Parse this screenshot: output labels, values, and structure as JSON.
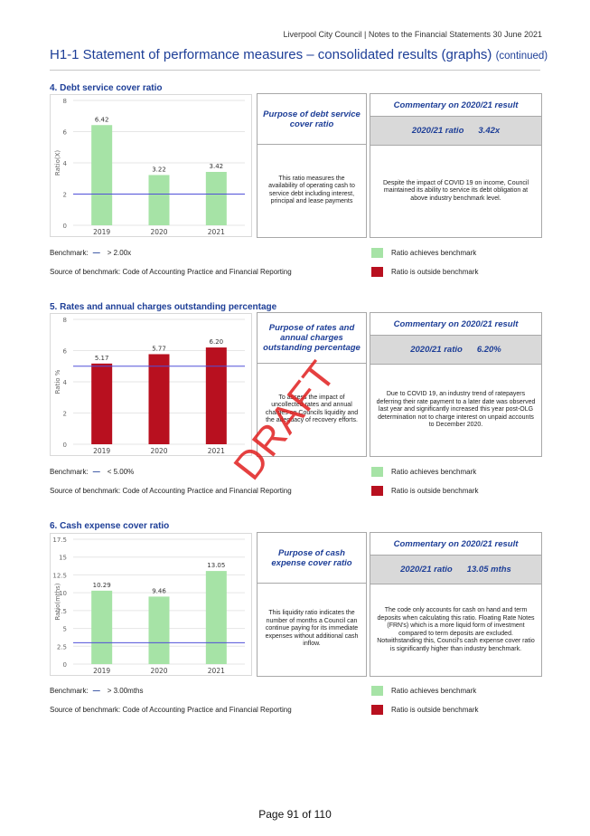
{
  "header": {
    "running": "Liverpool City Council | Notes to the Financial Statements 30 June 2021",
    "title": "H1-1   Statement of performance measures – consolidated results (graphs)",
    "continued": "(continued)"
  },
  "colors": {
    "achieves": "#a6e3a6",
    "outside": "#b8101f",
    "benchmark_line": "#5050d8",
    "heading": "#1d3e97"
  },
  "legend": {
    "achieves": "Ratio achieves benchmark",
    "outside": "Ratio is outside benchmark"
  },
  "watermark": "DRAFT",
  "footer": {
    "page": "Page 91 of 110"
  },
  "sections": [
    {
      "title": "4. Debt service cover ratio",
      "purpose_title": "Purpose of debt service cover ratio",
      "purpose_text": "This ratio measures the availability of operating cash to service debt including interest, principal and lease payments",
      "commentary_title": "Commentary on 2020/21 result",
      "ratio_label": "2020/21 ratio",
      "ratio_value": "3.42x",
      "commentary_text": "Despite the impact of COVID 19 on income, Council maintained its ability to service its debt obligation at above industry benchmark level.",
      "benchmark_label": "Benchmark:",
      "benchmark_symbol": "—",
      "benchmark_value": "> 2.00x",
      "source": "Source of benchmark: Code of Accounting Practice and Financial Reporting"
    },
    {
      "title": "5. Rates and annual charges outstanding percentage",
      "purpose_title": "Purpose of rates and annual charges outstanding percentage",
      "purpose_text": "To assess the impact of uncollected rates and annual charges on Councils liquidity and the adequacy of recovery efforts.",
      "commentary_title": "Commentary on 2020/21 result",
      "ratio_label": "2020/21 ratio",
      "ratio_value": "6.20%",
      "commentary_text": "Due to COVID 19, an industry trend of ratepayers deferring their rate payment to a later date was observed last year  and significantly increased this year post-OLG determination not to charge interest on unpaid accounts to December 2020.",
      "benchmark_label": "Benchmark:",
      "benchmark_symbol": "—",
      "benchmark_value": "< 5.00%",
      "source": "Source of benchmark: Code of Accounting Practice and Financial Reporting"
    },
    {
      "title": "6. Cash expense cover ratio",
      "purpose_title": "Purpose of cash expense cover ratio",
      "purpose_text": "This liquidity ratio indicates the number of months a Council can continue paying for its immediate expenses without additional cash inflow.",
      "commentary_title": "Commentary on 2020/21 result",
      "ratio_label": "2020/21 ratio",
      "ratio_value": "13.05 mths",
      "commentary_text": "The code only accounts for cash on hand and term deposits when calculating this ratio. Floating Rate Notes (FRN's) which is a more liquid form of investment compared to term deposits are excluded. Notwithstanding this, Council's cash expense cover ratio is significantly higher than industry benchmark.",
      "benchmark_label": "Benchmark:",
      "benchmark_symbol": "—",
      "benchmark_value": "> 3.00mths",
      "source": "Source of benchmark: Code of Accounting Practice and Financial Reporting"
    }
  ],
  "chart_data": [
    {
      "type": "bar",
      "categories": [
        "2019",
        "2020",
        "2021"
      ],
      "values": [
        6.42,
        3.22,
        3.42
      ],
      "labels": [
        "6.42",
        "3.22",
        "3.42"
      ],
      "status": [
        "achieves",
        "achieves",
        "achieves"
      ],
      "ylabel": "Ratio(X)",
      "yticks": [
        "0",
        "2",
        "4",
        "6",
        "8"
      ],
      "ylim": [
        0,
        8
      ],
      "benchmark": 2.0
    },
    {
      "type": "bar",
      "categories": [
        "2019",
        "2020",
        "2021"
      ],
      "values": [
        5.17,
        5.77,
        6.2
      ],
      "labels": [
        "5.17",
        "5.77",
        "6.20"
      ],
      "status": [
        "outside",
        "outside",
        "outside"
      ],
      "ylabel": "Ratio %",
      "yticks": [
        "0",
        "2",
        "4",
        "6",
        "8"
      ],
      "ylim": [
        0,
        8
      ],
      "benchmark": 5.0
    },
    {
      "type": "bar",
      "categories": [
        "2019",
        "2020",
        "2021"
      ],
      "values": [
        10.29,
        9.46,
        13.05
      ],
      "labels": [
        "10.29",
        "9.46",
        "13.05"
      ],
      "status": [
        "achieves",
        "achieves",
        "achieves"
      ],
      "ylabel": "Ratio(mths)",
      "yticks": [
        "0",
        "2.5",
        "5",
        "7.5",
        "10",
        "12.5",
        "15",
        "17.5"
      ],
      "ylim": [
        0,
        17.5
      ],
      "benchmark": 3.0
    }
  ]
}
